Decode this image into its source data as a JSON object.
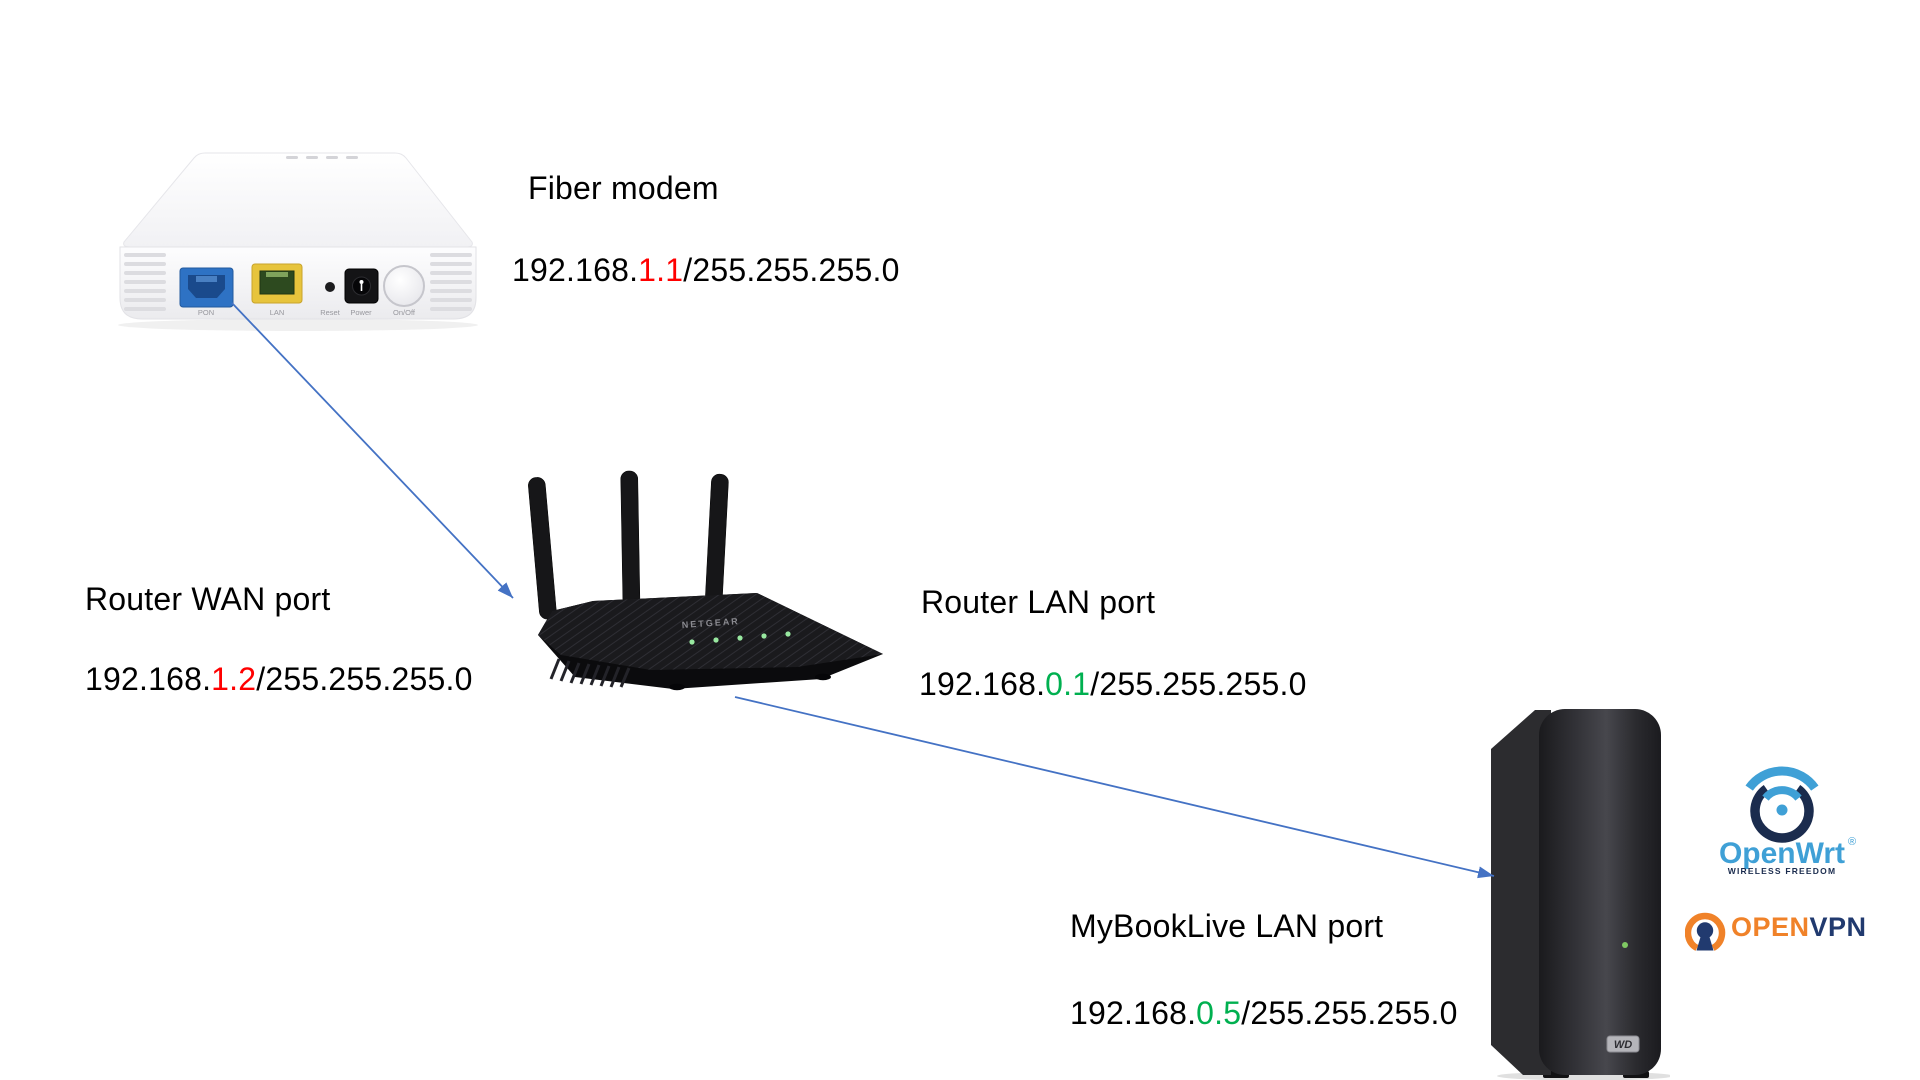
{
  "colors": {
    "arrow": "#4472C4",
    "red": "#FF0000",
    "green": "#00B050",
    "text": "#000000"
  },
  "fiber_modem": {
    "label": "Fiber modem",
    "ip": {
      "prefix": "192.168.",
      "highlight": "1.1",
      "suffix": "/255.255.255.0"
    },
    "port_labels": [
      "PON",
      "LAN",
      "Reset",
      "Power",
      "On/Off"
    ]
  },
  "router_wan": {
    "label": "Router WAN port",
    "ip": {
      "prefix": "192.168.",
      "highlight": "1.2",
      "suffix": "/255.255.255.0"
    }
  },
  "router_lan": {
    "label": "Router LAN port",
    "ip": {
      "prefix": "192.168.",
      "highlight": "0.1",
      "suffix": "/255.255.255.0"
    }
  },
  "mybooklive": {
    "label": "MyBookLive LAN port",
    "ip": {
      "prefix": "192.168.",
      "highlight": "0.5",
      "suffix": "/255.255.255.0"
    }
  },
  "router": {
    "brand": "NETGEAR"
  },
  "nas": {
    "brand": "WD"
  },
  "openwrt": {
    "name": "OpenWrt",
    "registered": "®",
    "tagline": "WIRELESS FREEDOM",
    "blue": "#3FA0D6",
    "navy": "#1B2C4E"
  },
  "openvpn": {
    "word_open": "OPEN",
    "word_vpn": "VPN",
    "orange": "#F08229",
    "navy": "#213A6F"
  }
}
